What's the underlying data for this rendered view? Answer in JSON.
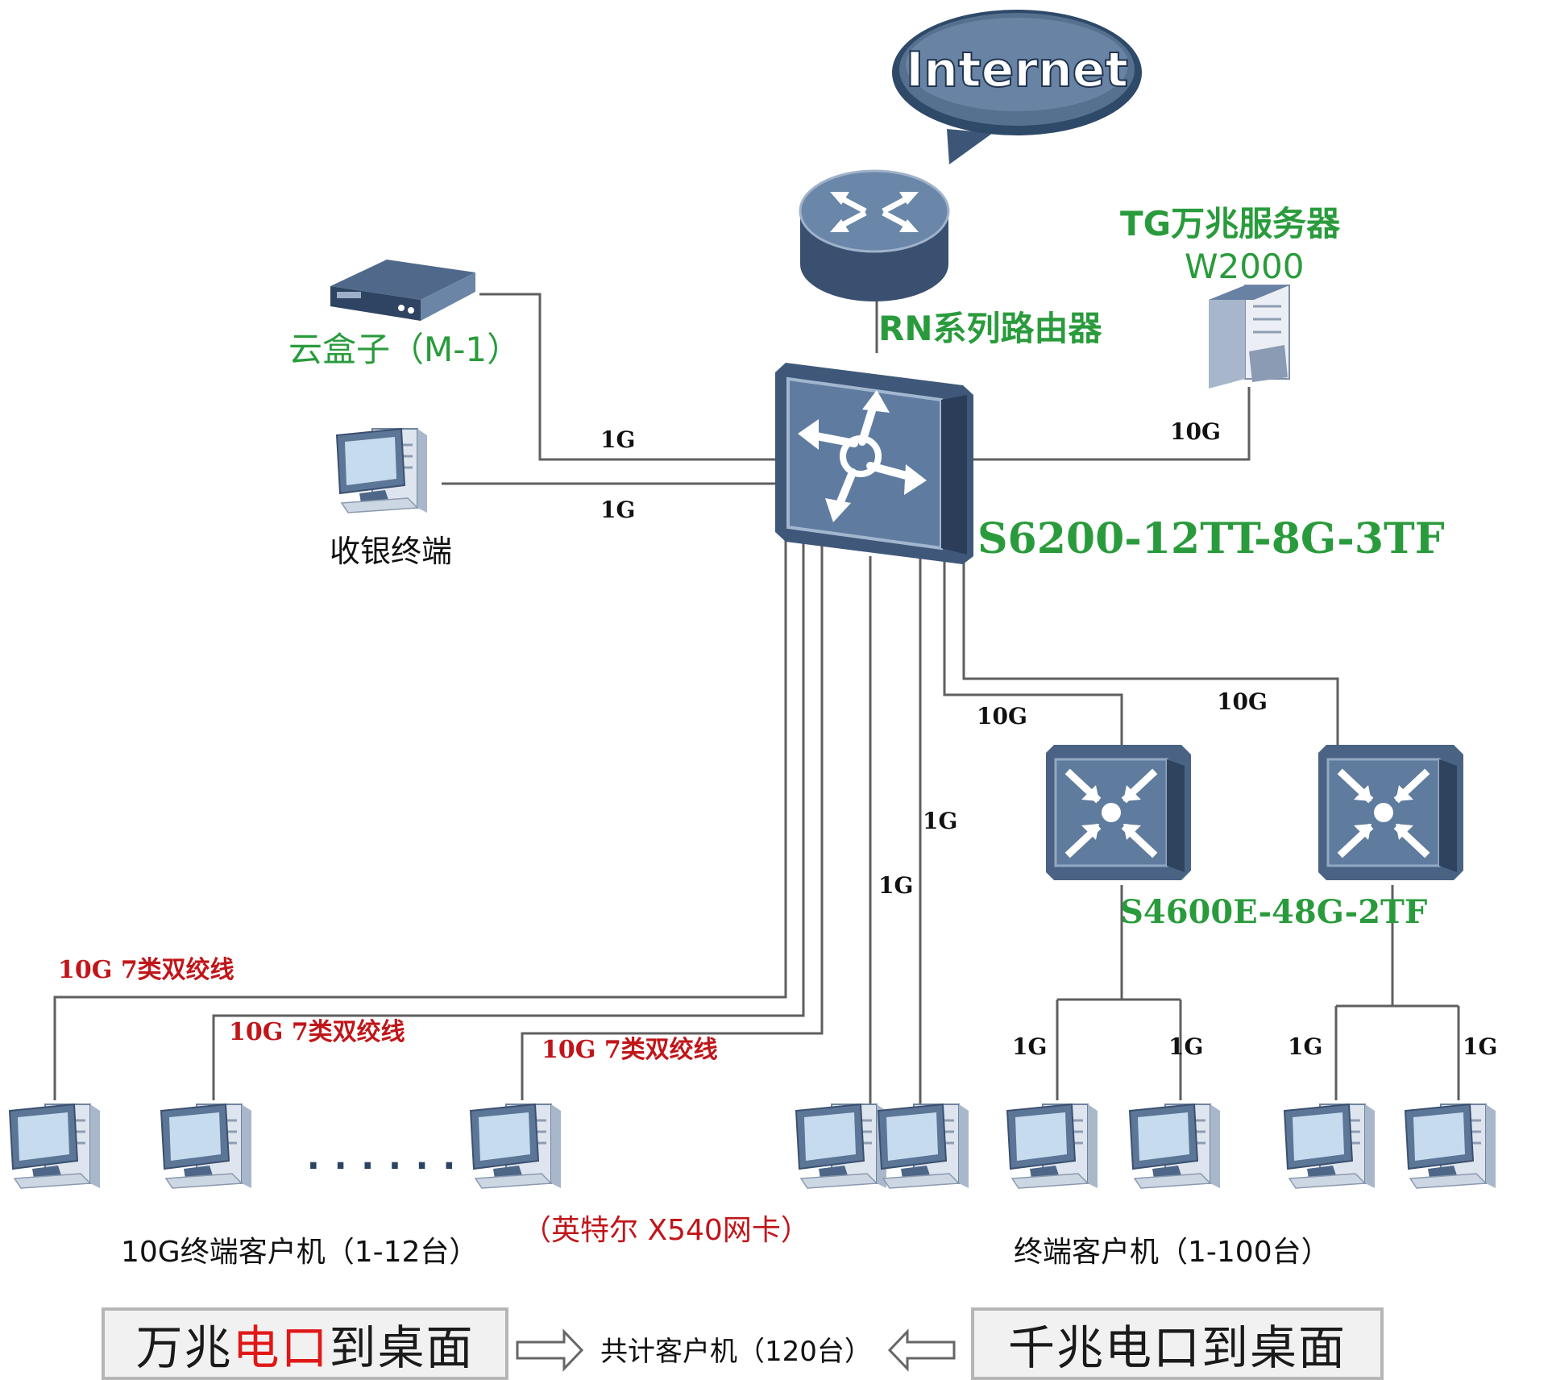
{
  "internet": {
    "label": "Internet"
  },
  "router": {
    "label": "RN系列路由器"
  },
  "cloudbox": {
    "label": "云盒子（M-1）"
  },
  "cashier": {
    "label": "收银终端"
  },
  "server": {
    "line1": "TG万兆服务器",
    "line2": "W2000"
  },
  "core_switch": {
    "label": "S6200-12TT-8G-3TF"
  },
  "access_switch": {
    "label": "S4600E-48G-2TF"
  },
  "links": {
    "cloudbox": "1G",
    "cashier": "1G",
    "server": "10G",
    "access_left": "10G",
    "access_right": "10G",
    "direct_a": "1G",
    "direct_b": "1G",
    "client_1": "1G",
    "client_2": "1G",
    "client_3": "1G",
    "client_4": "1G"
  },
  "cat7": {
    "c1": "10G 7类双绞线",
    "c2": "10G 7类双绞线",
    "c3": "10G 7类双绞线"
  },
  "dots": "......",
  "group_10g": {
    "label": "10G终端客户机（1-12台）",
    "nic": "（英特尔 X540网卡）"
  },
  "group_1g": {
    "label": "终端客户机（1-100台）"
  },
  "footer": {
    "left_part1": "万兆",
    "left_part2": "电口",
    "left_part3": "到桌面",
    "right": "千兆电口到桌面",
    "center": "共计客户机（120台）"
  },
  "colors": {
    "device_dark": "#3e5676",
    "device_mid": "#587393",
    "device_light": "#8ea2bd",
    "label_green": "#2a9b3c",
    "label_red": "#c0161a",
    "line_gray": "#5f5f5f"
  }
}
